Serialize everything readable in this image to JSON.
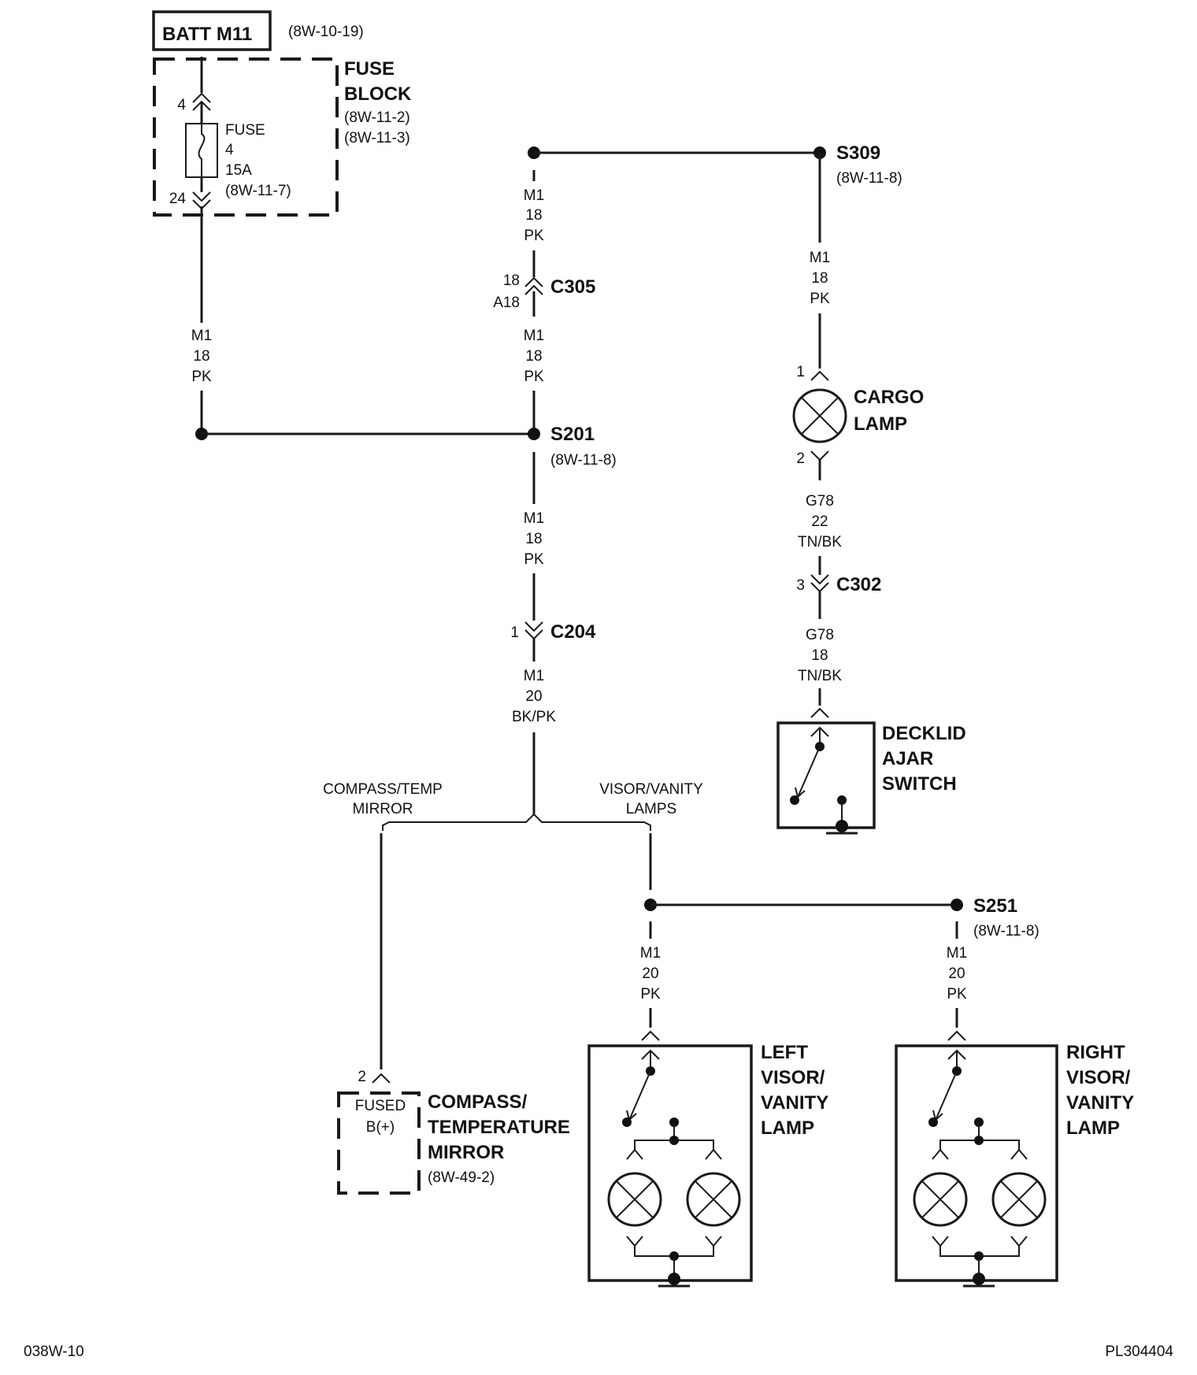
{
  "battery": {
    "label": "BATT M11",
    "ref": "(8W-10-19)"
  },
  "fuse_block": {
    "title_line1": "FUSE",
    "title_line2": "BLOCK",
    "ref1": "(8W-11-2)",
    "ref2": "(8W-11-3)",
    "pin_in": "4",
    "pin_out": "24",
    "fuse_name": "FUSE",
    "fuse_number": "4",
    "fuse_rating": "15A",
    "fuse_ref": "(8W-11-7)"
  },
  "wires": {
    "m1_18_pk": [
      "M1",
      "18",
      "PK"
    ],
    "m1_20_bkpk": [
      "M1",
      "20",
      "BK/PK"
    ],
    "g78_22": [
      "G78",
      "22",
      "TN/BK"
    ],
    "g78_18": [
      "G78",
      "18",
      "TN/BK"
    ],
    "m1_20_pk": [
      "M1",
      "20",
      "PK"
    ]
  },
  "splices": {
    "s309": {
      "name": "S309",
      "ref": "(8W-11-8)"
    },
    "s201": {
      "name": "S201",
      "ref": "(8W-11-8)"
    },
    "s251": {
      "name": "S251",
      "ref": "(8W-11-8)"
    }
  },
  "connectors": {
    "c305": {
      "name": "C305",
      "pin_top": "18",
      "pin_bottom": "A18"
    },
    "c204": {
      "name": "C204",
      "pin": "1"
    },
    "c302": {
      "name": "C302",
      "pin": "3"
    }
  },
  "cargo_lamp": {
    "line1": "CARGO",
    "line2": "LAMP",
    "pin1": "1",
    "pin2": "2"
  },
  "decklid_switch": {
    "line1": "DECKLID",
    "line2": "AJAR",
    "line3": "SWITCH"
  },
  "branches": {
    "compass_line1": "COMPASS/TEMP",
    "compass_line2": "MIRROR",
    "visor_line1": "VISOR/VANITY",
    "visor_line2": "LAMPS"
  },
  "compass_mirror": {
    "pin": "2",
    "inner_line1": "FUSED",
    "inner_line2": "B(+)",
    "line1": "COMPASS/",
    "line2": "TEMPERATURE",
    "line3": "MIRROR",
    "ref": "(8W-49-2)"
  },
  "left_visor": {
    "line1": "LEFT",
    "line2": "VISOR/",
    "line3": "VANITY",
    "line4": "LAMP"
  },
  "right_visor": {
    "line1": "RIGHT",
    "line2": "VISOR/",
    "line3": "VANITY",
    "line4": "LAMP"
  },
  "footer": {
    "left": "038W-10",
    "right": "PL304404"
  }
}
